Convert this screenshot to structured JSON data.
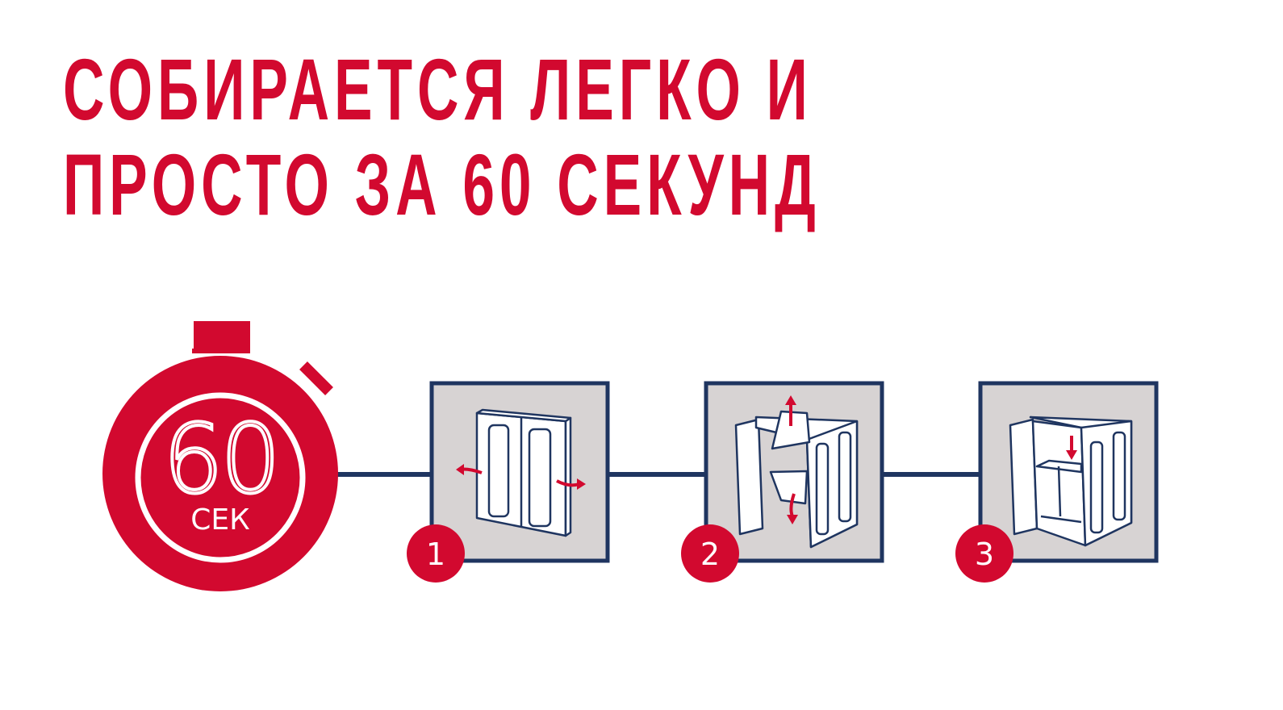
{
  "headline": {
    "line1": "СОБИРАЕТСЯ ЛЕГКО И",
    "line2": "ПРОСТО ЗА 60 СЕКУНД"
  },
  "timer": {
    "value": "60",
    "unit": "СЕК",
    "icon": "stopwatch-icon"
  },
  "steps": [
    {
      "number": "1",
      "icon": "folded-cabinet-unfold-icon"
    },
    {
      "number": "2",
      "icon": "cabinet-panels-lift-icon"
    },
    {
      "number": "3",
      "icon": "shelf-insert-icon"
    }
  ],
  "colors": {
    "accent": "#d2092f",
    "navy": "#1f3560",
    "panel": "#d7d3d3",
    "line": "#1f3560"
  }
}
